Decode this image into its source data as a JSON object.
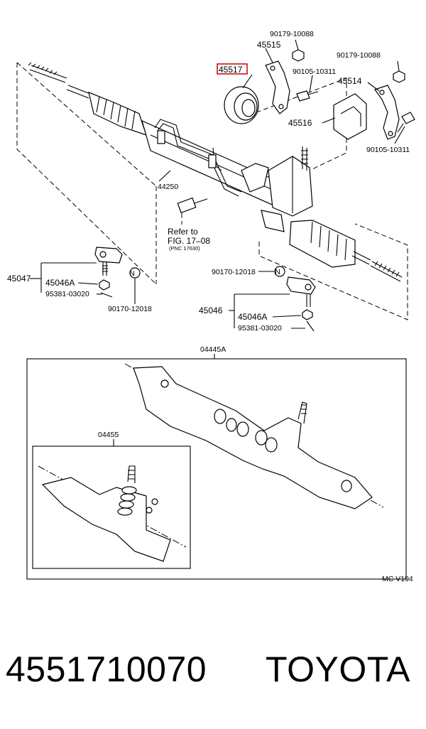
{
  "diagram": {
    "highlight_color": "#cc0000",
    "part_numbers": {
      "p45517": "45517",
      "p45515": "45515",
      "p45514": "45514",
      "p45516": "45516",
      "p90179_a": "90179-10088",
      "p90179_b": "90179-10088",
      "p90105_a": "90105-10311",
      "p90105_b": "90105-10311",
      "p44250": "44250",
      "p45047": "45047",
      "p45046A_a": "45046A",
      "p95381_a": "95381-03020",
      "p90170_a": "90170-12018",
      "p90170_b": "90170-12018",
      "p45046": "45046",
      "p45046A_b": "45046A",
      "p95381_b": "95381-03020",
      "p04445A": "04445A",
      "p04455": "04455"
    },
    "refer_line1": "Refer to",
    "refer_line2": "FIG. 17–08",
    "refer_line3": "(PNC 17630)",
    "nut_glyph": "N",
    "diagram_code": "MC V194"
  },
  "footer": {
    "part_code": "4551710070",
    "brand": "TOYOTA"
  }
}
